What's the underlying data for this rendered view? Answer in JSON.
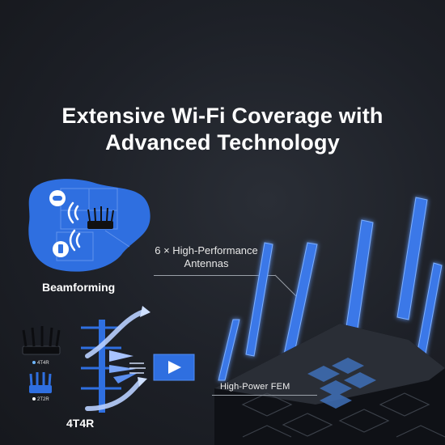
{
  "title": {
    "line1": "Extensive Wi-Fi Coverage with",
    "line2": "Advanced Technology"
  },
  "features": {
    "beamforming": "Beamforming",
    "streams": "4T4R",
    "router_a_tag": "4T4R",
    "router_b_tag": "2T2R",
    "antennas_line1": "6 × High-Performance",
    "antennas_line2": "Antennas",
    "fem": "High-Power FEM"
  },
  "colors": {
    "background": "#1d2027",
    "accent_blue": "#2f6fe0",
    "antenna_glow": "#4b8dff"
  },
  "icons": [
    "gamepad-icon",
    "phone-icon",
    "router-icon",
    "wifi-wave-icon",
    "play-icon",
    "antenna-icon"
  ]
}
